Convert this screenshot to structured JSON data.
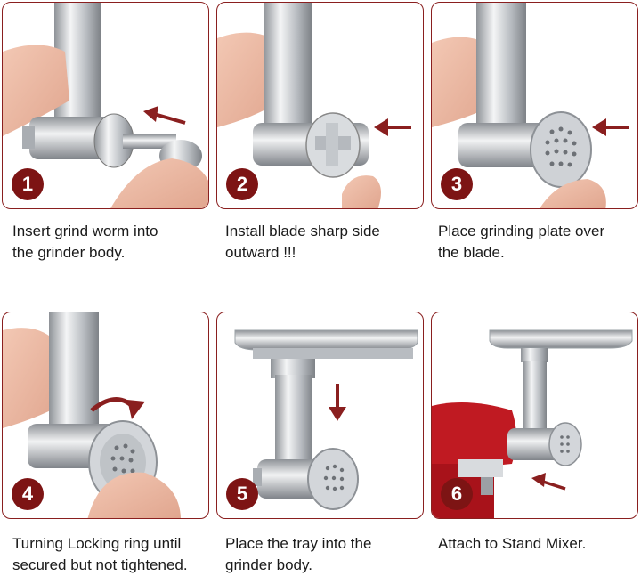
{
  "steps": [
    {
      "number": "1",
      "caption_lines": [
        "Insert grind worm into",
        "the grinder body."
      ]
    },
    {
      "number": "2",
      "caption_lines": [
        "Install blade sharp side",
        "outward !!!"
      ]
    },
    {
      "number": "3",
      "caption_lines": [
        "Place grinding plate over",
        "the blade."
      ]
    },
    {
      "number": "4",
      "caption_lines": [
        "Turning Locking ring until",
        "secured but not tightened."
      ]
    },
    {
      "number": "5",
      "caption_lines": [
        "Place the tray into the",
        "grinder body."
      ]
    },
    {
      "number": "6",
      "caption_lines": [
        "Attach to Stand Mixer."
      ]
    }
  ],
  "colors": {
    "accent": "#7d1414",
    "border": "#8a1f1f",
    "mixer_red": "#c01a22",
    "metal": "#c9cdd1"
  }
}
